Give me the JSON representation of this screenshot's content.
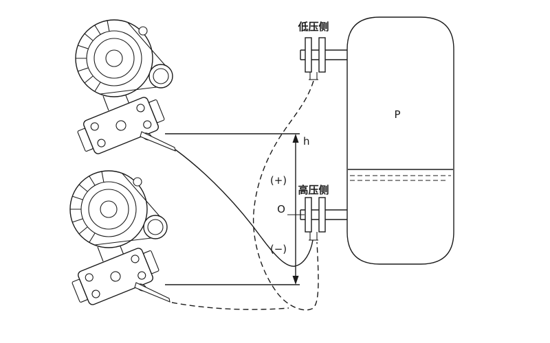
{
  "diagram": {
    "title": "differential-pressure-transmitter-level-installation",
    "labels": {
      "low_pressure_side": "低压侧",
      "high_pressure_side": "高压侧",
      "tank_pressure": "P",
      "height": "h",
      "plus": "(+)",
      "zero": "O",
      "minus": "(−)"
    },
    "colors": {
      "line": "#1a1a1a",
      "background": "#ffffff"
    }
  }
}
